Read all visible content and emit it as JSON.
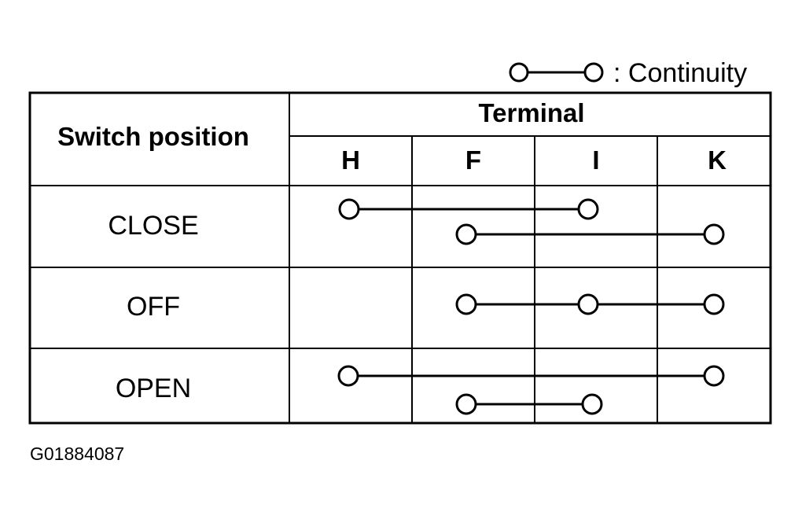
{
  "legend": {
    "text": ": Continuity"
  },
  "table": {
    "row_header": "Switch position",
    "terminal_header": "Terminal",
    "terminals": [
      "H",
      "F",
      "I",
      "K"
    ],
    "rows": [
      {
        "position": "CLOSE",
        "connections": [
          {
            "terminals": [
              "H",
              "I"
            ]
          },
          {
            "terminals": [
              "F",
              "K"
            ]
          }
        ]
      },
      {
        "position": "OFF",
        "connections": [
          {
            "terminals": [
              "F",
              "I",
              "K"
            ]
          }
        ]
      },
      {
        "position": "OPEN",
        "connections": [
          {
            "terminals": [
              "H",
              "K"
            ]
          },
          {
            "terminals": [
              "F",
              "I"
            ]
          }
        ]
      }
    ]
  },
  "figure_id": "G01884087",
  "colors": {
    "line": "#000000",
    "background": "#ffffff"
  }
}
